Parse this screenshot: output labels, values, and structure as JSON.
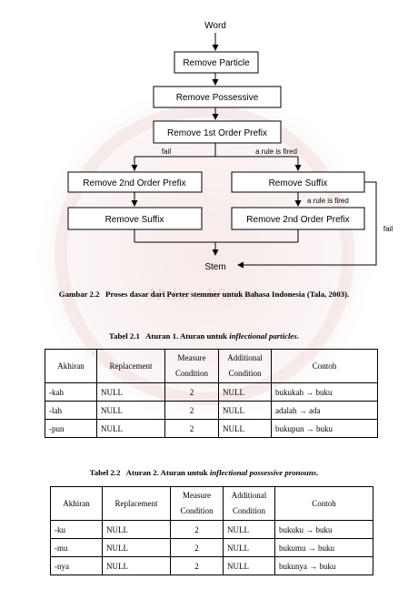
{
  "diagram": {
    "word_label": "Word",
    "remove_particle": "Remove Particle",
    "remove_possessive": "Remove Possessive",
    "remove_first_order_prefix": "Remove 1st Order Prefix",
    "fail_left": "fail",
    "rule_fired_top": "a rule is fired",
    "remove_second_order_prefix_left": "Remove 2nd Order Prefix",
    "remove_suffix_right": "Remove Suffix",
    "rule_fired_right": "a rule is fired",
    "remove_suffix_left": "Remove Suffix",
    "remove_second_order_prefix_right": "Remove 2nd Order Prefix",
    "fail_right": "fail",
    "stem_label": "Stem"
  },
  "figure_caption": {
    "number": "Gambar 2.2",
    "text": "Proses dasar dari Porter stemmer untuk Bahasa Indonesia (Tala, 2003)."
  },
  "table1": {
    "caption_number": "Tabel 2.1",
    "caption_prefix": "Aturan 1. Aturan untuk",
    "caption_italic": "inflectional particles",
    "headers": [
      "Akhiran",
      "Replacement",
      "Measure Condition",
      "Additional Condition",
      "Contoh"
    ],
    "rows": [
      [
        "-kah",
        "NULL",
        "2",
        "NULL",
        "bukukah → buku"
      ],
      [
        "-lah",
        "NULL",
        "2",
        "NULL",
        "adalah → ada"
      ],
      [
        "-pun",
        "NULL",
        "2",
        "NULL",
        "bukupun → buku"
      ]
    ]
  },
  "table2": {
    "caption_number": "Tabel 2.2",
    "caption_prefix": "Aturan 2. Aturan untuk",
    "caption_italic": "inflectional possessive pronouns",
    "headers": [
      "Akhiran",
      "Replacement",
      "Measure Condition",
      "Additional Condition",
      "Contoh"
    ],
    "rows": [
      [
        "-ku",
        "NULL",
        "2",
        "NULL",
        "bukuku → buku"
      ],
      [
        "-mu",
        "NULL",
        "2",
        "NULL",
        "bukumu → buku"
      ],
      [
        "-nya",
        "NULL",
        "2",
        "NULL",
        "bukunya → buku"
      ]
    ]
  },
  "watermark": {
    "motto": "Mularo Wiriam"
  }
}
